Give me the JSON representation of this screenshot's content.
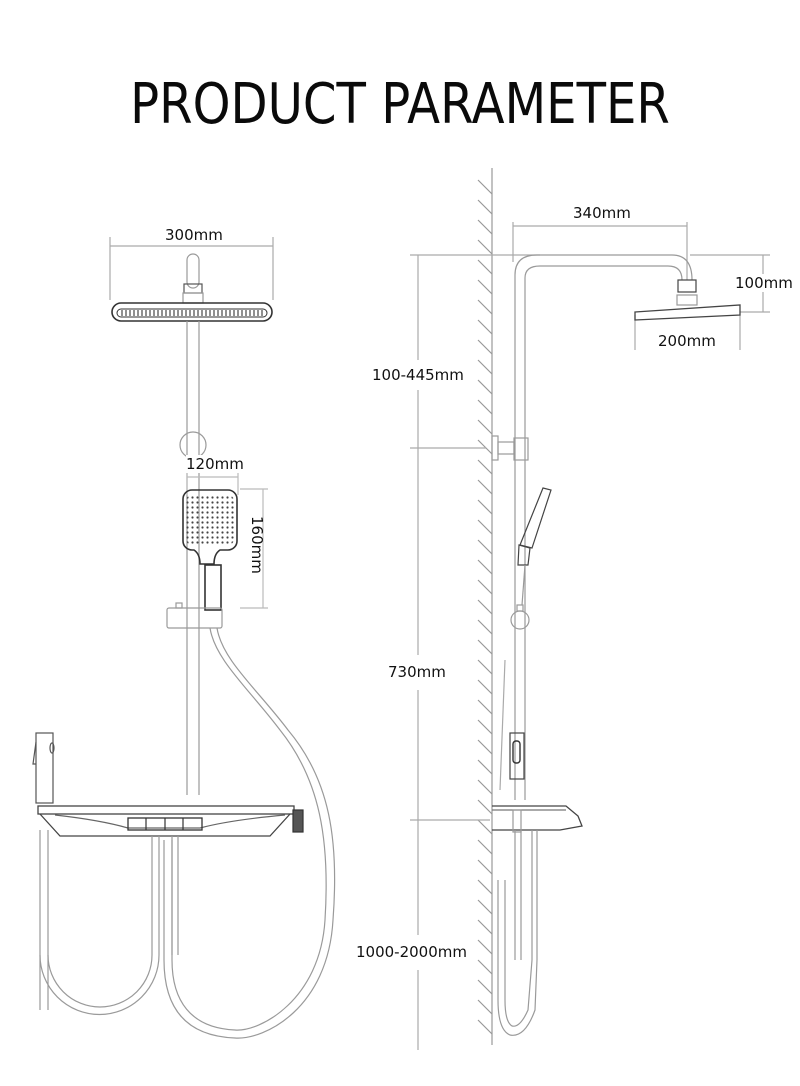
{
  "header": {
    "title": "PRODUCT PARAMETER"
  },
  "front_view": {
    "labels": {
      "overhead_width": "300mm",
      "handheld_width": "120mm",
      "handheld_height": "160mm"
    },
    "components": [
      "overhead-shower-head",
      "riser-rail",
      "wall-bracket",
      "handheld-shower",
      "slide-bracket",
      "shower-hose",
      "bidet-sprayer",
      "shelf-mixer-with-buttons",
      "inlet-hoses"
    ]
  },
  "side_view": {
    "labels": {
      "arm_reach": "340mm",
      "head_drop": "100mm",
      "head_diameter": "200mm",
      "head_to_bracket": "100-445mm",
      "bracket_to_shelf": "730mm",
      "shelf_to_floor": "1000-2000mm"
    },
    "components": [
      "wall-hatching",
      "shower-arm",
      "overhead-shower-head",
      "wall-bracket",
      "handheld-shower",
      "slide-bracket",
      "bidet-sprayer",
      "shelf-mixer",
      "hoses"
    ]
  },
  "colors": {
    "line": "#9a9a9a",
    "dark": "#2a2a2a",
    "text": "#111111"
  }
}
